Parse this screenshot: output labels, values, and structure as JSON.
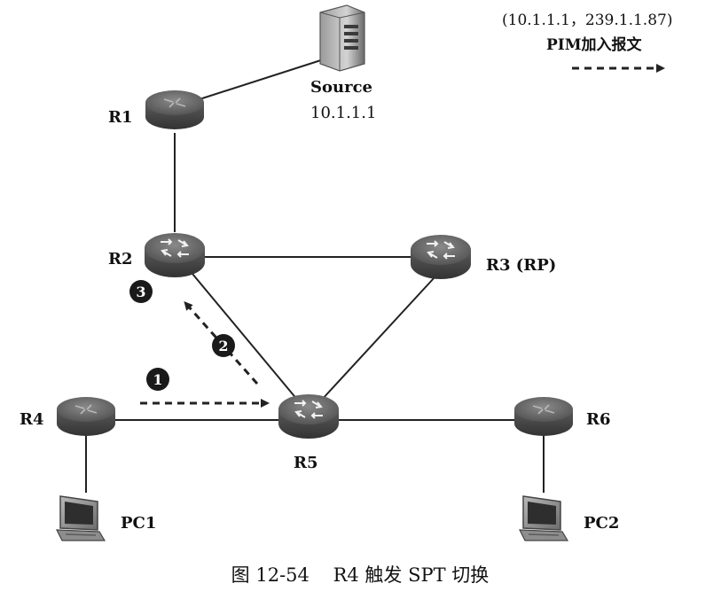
{
  "legend": {
    "group": "(10.1.1.1，239.1.1.87)",
    "message": "PIM加入报文"
  },
  "source": {
    "label": "Source",
    "ip": "10.1.1.1"
  },
  "routers": {
    "r1": "R1",
    "r2": "R2",
    "r3": "R3 (RP)",
    "r4": "R4",
    "r5": "R5",
    "r6": "R6"
  },
  "hosts": {
    "pc1": "PC1",
    "pc2": "PC2"
  },
  "steps": [
    "1",
    "2",
    "3"
  ],
  "caption": "图 12-54    R4 触发 SPT 切换",
  "colors": {
    "router_dark": "#4a4a4a",
    "router_top": "#6e6e6e",
    "switch_top": "#7a7a7a",
    "line": "#222222",
    "arrow": "#222222",
    "badge": "#1a1a1a"
  }
}
